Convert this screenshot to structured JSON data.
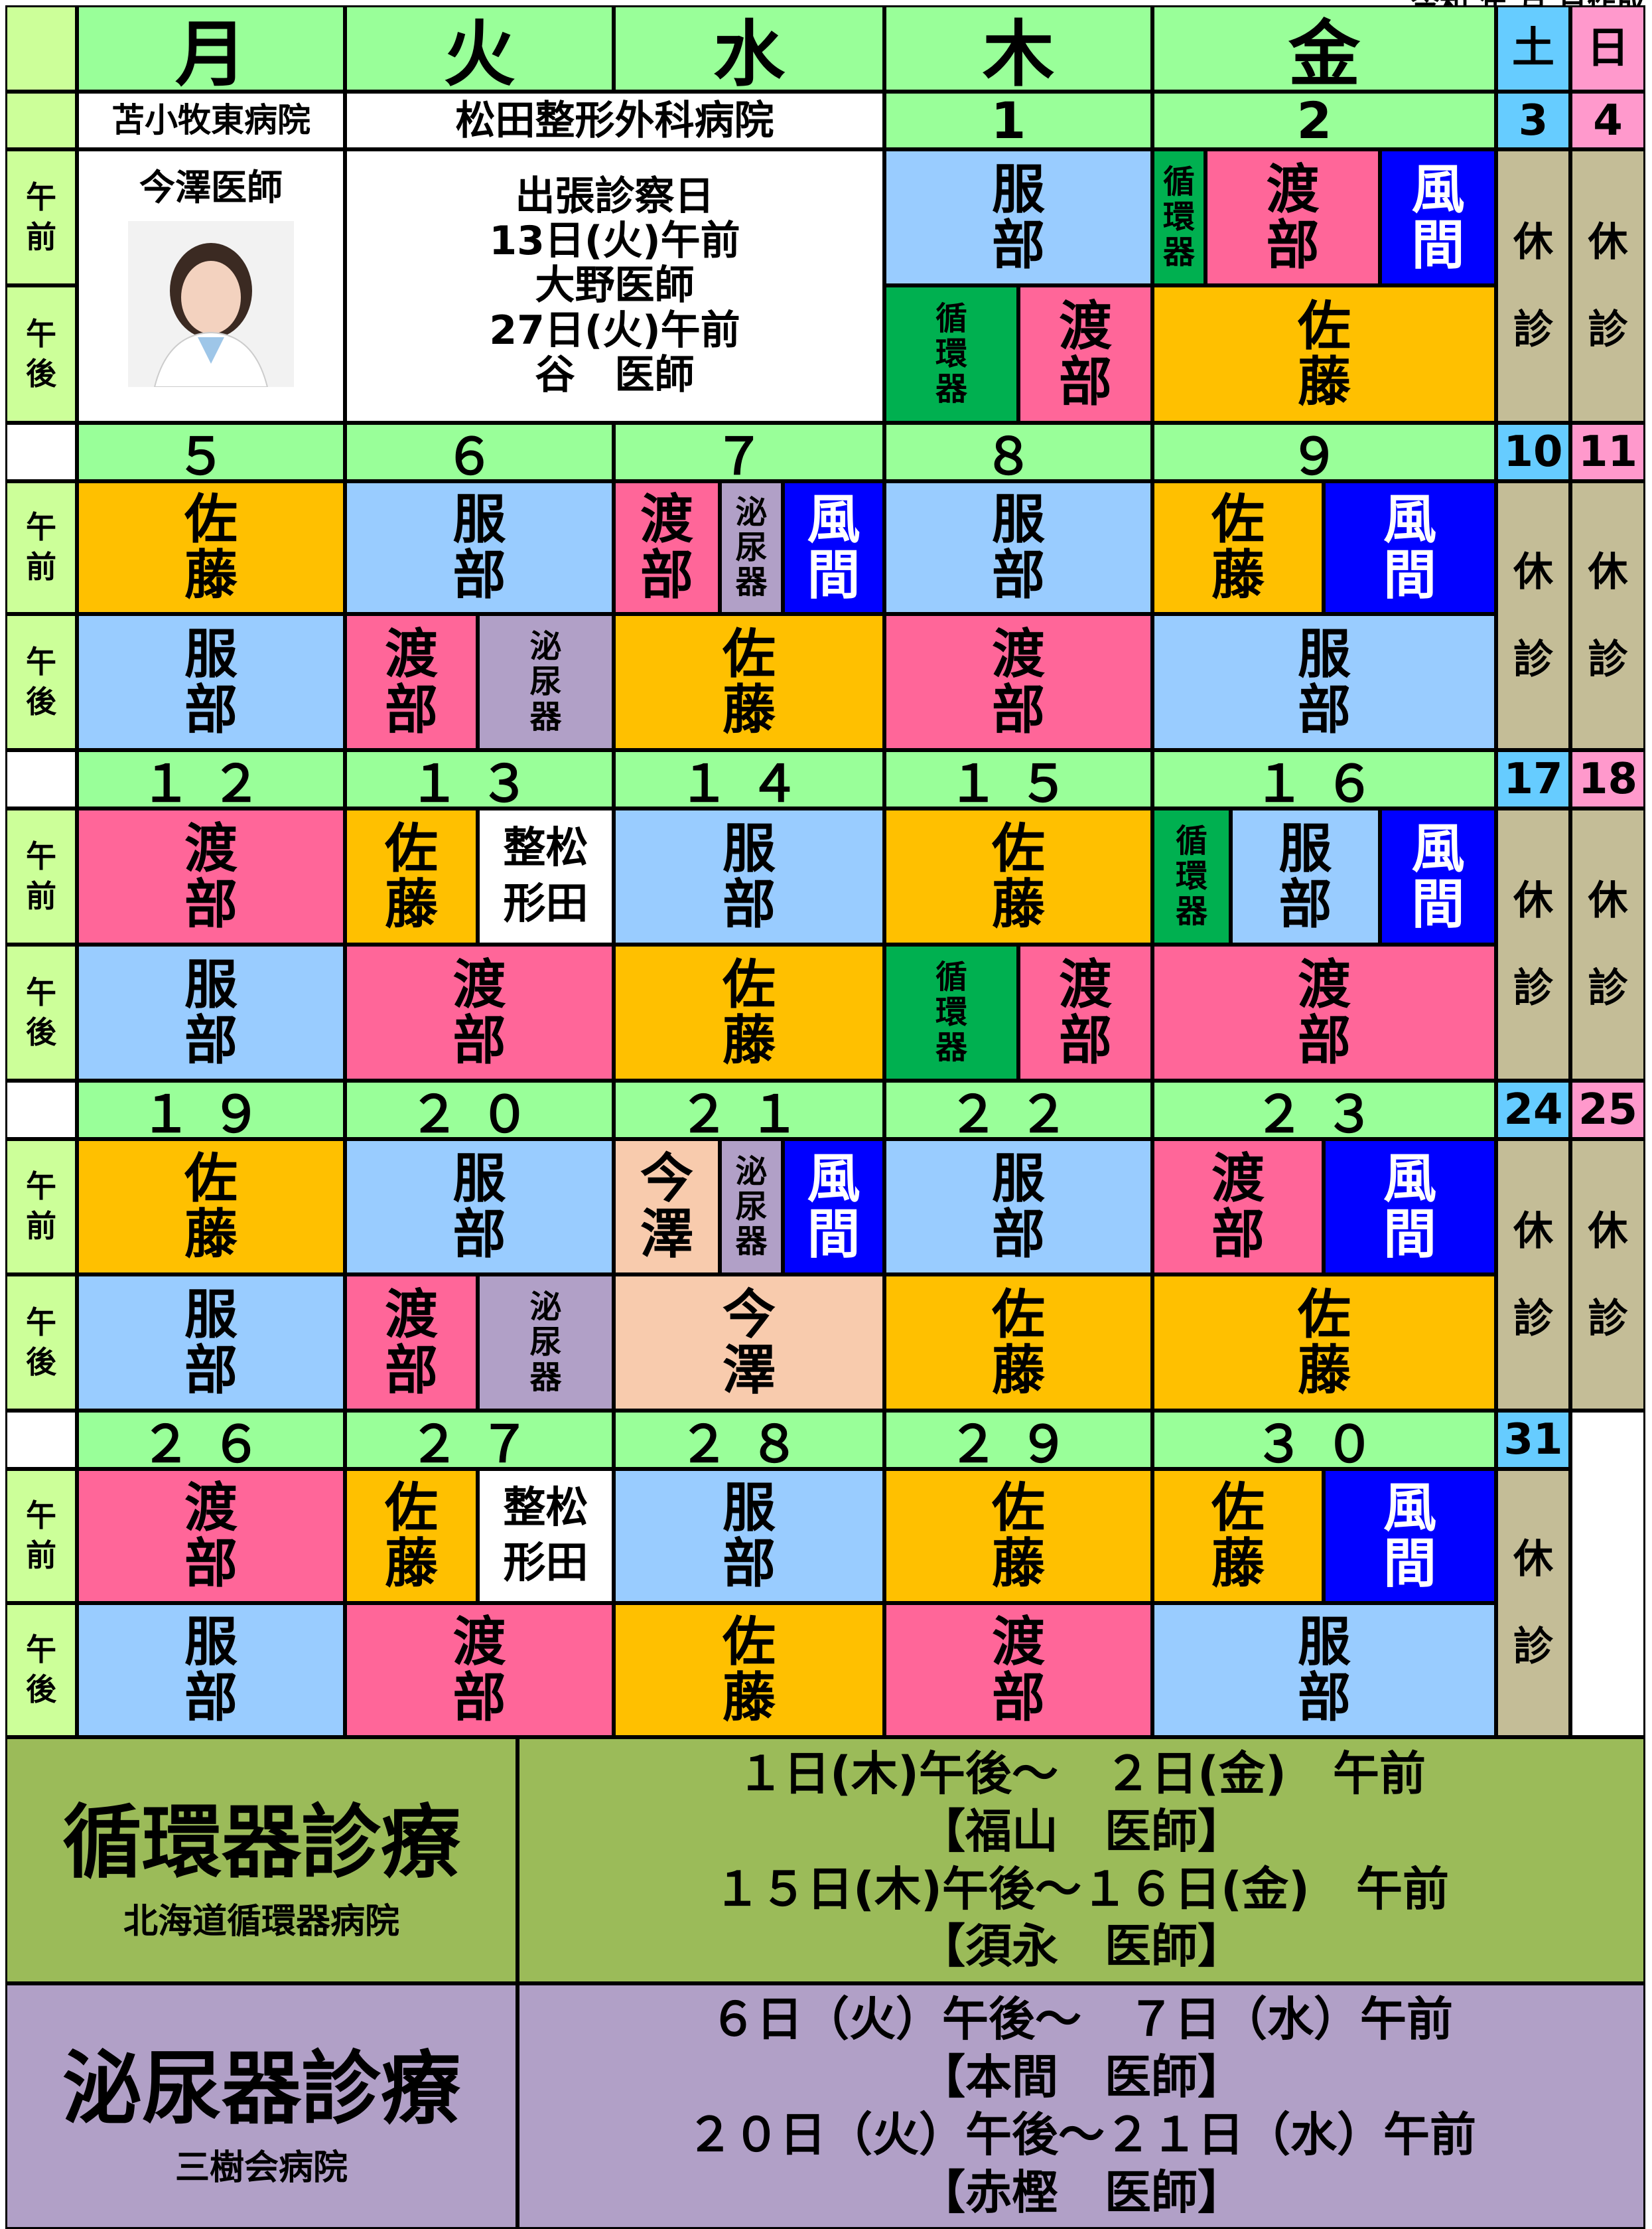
{
  "colors": {
    "header_green": "#99ff99",
    "sato": "#ffc000",
    "hattori": "#99ccff",
    "watabe": "#ff6699",
    "kazama": "#0000ff",
    "junkanki": "#00b050",
    "hinyoki": "#b1a0c7",
    "imazawa": "#f8cbad",
    "kyushin": "#c4bd97",
    "sat_blue": "#66ccff",
    "sun_pink": "#ff99cc",
    "white": "#ffffff",
    "note_junkanki_bg": "#9bbb59",
    "note_hinyoki_bg": "#b1a0c7"
  },
  "top_note": "令和 年 月 日作成",
  "weekday_headers": [
    "月",
    "火",
    "水",
    "木",
    "金",
    "土",
    "日"
  ],
  "ampm": {
    "am": "午\n前",
    "pm": "午\n後"
  },
  "week0": {
    "mon_hospital": "苫小牧東病院",
    "tue_hospital": "松田整形外科病院",
    "mon_doctor": "今澤医師",
    "tue_detail": "出張診察日\n13日(火)午前\n大野医師\n27日(火)午前\n谷　医師"
  },
  "closed": "休\n診",
  "photo_alt": "doctor-photo",
  "notes": {
    "junkanki": {
      "title": "循環器診療",
      "subtitle": "北海道循環器病院",
      "lines": [
        "１日(木)午後～　２日(金)　午前",
        "【福山　医師】",
        "１５日(木)午後～１６日(金)　午前",
        "【須永　医師】"
      ]
    },
    "hinyoki": {
      "title": "泌尿器診療",
      "subtitle": "三樹会病院",
      "lines": [
        "６日（火）午後～　７日（水）午前",
        "【本間　医師】",
        "２０日（火）午後～２１日（水）午前",
        "【赤樫　医師】"
      ]
    }
  },
  "cells": [
    {
      "id": "w0-thu-num",
      "text": "1",
      "type": "num"
    },
    {
      "id": "w0-fri-num",
      "text": "2",
      "type": "num"
    },
    {
      "id": "w0-sat-num",
      "text": "3",
      "type": "num"
    },
    {
      "id": "w0-sun-num",
      "text": "4",
      "type": "num"
    },
    {
      "id": "w0-thu-am",
      "text": "服\n部",
      "type": "v1",
      "color": "hattori"
    },
    {
      "id": "w0-fri-am-a",
      "text": "循\n環\n器",
      "type": "v2",
      "color": "junkanki"
    },
    {
      "id": "w0-fri-am-b",
      "text": "渡\n部",
      "type": "v1",
      "color": "watabe"
    },
    {
      "id": "w0-fri-am-c",
      "text": "風\n間",
      "type": "v1",
      "color": "kazama"
    },
    {
      "id": "w0-thu-pm-a",
      "text": "循\n環\n器",
      "type": "v2",
      "color": "junkanki"
    },
    {
      "id": "w0-thu-pm-b",
      "text": "渡\n部",
      "type": "v1",
      "color": "watabe"
    },
    {
      "id": "w0-fri-pm",
      "text": "佐\n藤",
      "type": "v1",
      "color": "sato"
    },
    {
      "id": "w1-mon-num",
      "text": "５",
      "type": "num"
    },
    {
      "id": "w1-tue-num",
      "text": "６",
      "type": "num"
    },
    {
      "id": "w1-wed-num",
      "text": "７",
      "type": "num"
    },
    {
      "id": "w1-thu-num",
      "text": "８",
      "type": "num"
    },
    {
      "id": "w1-fri-num",
      "text": "９",
      "type": "num"
    },
    {
      "id": "w1-sat-num",
      "text": "10",
      "type": "num"
    },
    {
      "id": "w1-sun-num",
      "text": "11",
      "type": "num"
    },
    {
      "id": "w1-mon-am",
      "text": "佐\n藤",
      "type": "v1",
      "color": "sato"
    },
    {
      "id": "w1-tue-am",
      "text": "服\n部",
      "type": "v1",
      "color": "hattori"
    },
    {
      "id": "w1-wed-am-a",
      "text": "渡\n部",
      "type": "v1",
      "color": "watabe"
    },
    {
      "id": "w1-wed-am-b",
      "text": "泌\n尿\n器",
      "type": "v2",
      "color": "hinyoki"
    },
    {
      "id": "w1-wed-am-c",
      "text": "風\n間",
      "type": "v1",
      "color": "kazama"
    },
    {
      "id": "w1-thu-am",
      "text": "服\n部",
      "type": "v1",
      "color": "hattori"
    },
    {
      "id": "w1-fri-am-a",
      "text": "佐\n藤",
      "type": "v1",
      "color": "sato"
    },
    {
      "id": "w1-fri-am-b",
      "text": "風\n間",
      "type": "v1",
      "color": "kazama"
    },
    {
      "id": "w1-mon-pm",
      "text": "服\n部",
      "type": "v1",
      "color": "hattori"
    },
    {
      "id": "w1-tue-pm-a",
      "text": "渡\n部",
      "type": "v1",
      "color": "watabe"
    },
    {
      "id": "w1-tue-pm-b",
      "text": "泌\n尿\n器",
      "type": "v2",
      "color": "hinyoki"
    },
    {
      "id": "w1-wed-pm",
      "text": "佐\n藤",
      "type": "v1",
      "color": "sato"
    },
    {
      "id": "w1-thu-pm",
      "text": "渡\n部",
      "type": "v1",
      "color": "watabe"
    },
    {
      "id": "w1-fri-pm",
      "text": "服\n部",
      "type": "v1",
      "color": "hattori"
    },
    {
      "id": "w2-mon-num",
      "text": "１２",
      "type": "num"
    },
    {
      "id": "w2-tue-num",
      "text": "１３",
      "type": "num"
    },
    {
      "id": "w2-wed-num",
      "text": "１４",
      "type": "num"
    },
    {
      "id": "w2-thu-num",
      "text": "１５",
      "type": "num"
    },
    {
      "id": "w2-fri-num",
      "text": "１６",
      "type": "num"
    },
    {
      "id": "w2-sat-num",
      "text": "17",
      "type": "num"
    },
    {
      "id": "w2-sun-num",
      "text": "18",
      "type": "num"
    },
    {
      "id": "w2-mon-am",
      "text": "渡\n部",
      "type": "v1",
      "color": "watabe"
    },
    {
      "id": "w2-tue-am-a",
      "text": "佐\n藤",
      "type": "v1",
      "color": "sato"
    },
    {
      "id": "w2-tue-am-b",
      "text": "整松\n形田",
      "type": "v1s",
      "color": "white"
    },
    {
      "id": "w2-wed-am",
      "text": "服\n部",
      "type": "v1",
      "color": "hattori"
    },
    {
      "id": "w2-thu-am",
      "text": "佐\n藤",
      "type": "v1",
      "color": "sato"
    },
    {
      "id": "w2-fri-am-a",
      "text": "循\n環\n器",
      "type": "v2",
      "color": "junkanki"
    },
    {
      "id": "w2-fri-am-b",
      "text": "服\n部",
      "type": "v1",
      "color": "hattori"
    },
    {
      "id": "w2-fri-am-c",
      "text": "風\n間",
      "type": "v1",
      "color": "kazama"
    },
    {
      "id": "w2-mon-pm",
      "text": "服\n部",
      "type": "v1",
      "color": "hattori"
    },
    {
      "id": "w2-tue-pm",
      "text": "渡\n部",
      "type": "v1",
      "color": "watabe"
    },
    {
      "id": "w2-wed-pm",
      "text": "佐\n藤",
      "type": "v1",
      "color": "sato"
    },
    {
      "id": "w2-thu-pm-a",
      "text": "循\n環\n器",
      "type": "v2",
      "color": "junkanki"
    },
    {
      "id": "w2-thu-pm-b",
      "text": "渡\n部",
      "type": "v1",
      "color": "watabe"
    },
    {
      "id": "w2-fri-pm",
      "text": "渡\n部",
      "type": "v1",
      "color": "watabe"
    },
    {
      "id": "w3-mon-num",
      "text": "１９",
      "type": "num"
    },
    {
      "id": "w3-tue-num",
      "text": "２０",
      "type": "num"
    },
    {
      "id": "w3-wed-num",
      "text": "２１",
      "type": "num"
    },
    {
      "id": "w3-thu-num",
      "text": "２２",
      "type": "num"
    },
    {
      "id": "w3-fri-num",
      "text": "２３",
      "type": "num"
    },
    {
      "id": "w3-sat-num",
      "text": "24",
      "type": "num"
    },
    {
      "id": "w3-sun-num",
      "text": "25",
      "type": "num"
    },
    {
      "id": "w3-mon-am",
      "text": "佐\n藤",
      "type": "v1",
      "color": "sato"
    },
    {
      "id": "w3-tue-am",
      "text": "服\n部",
      "type": "v1",
      "color": "hattori"
    },
    {
      "id": "w3-wed-am-a",
      "text": "今\n澤",
      "type": "v1",
      "color": "imazawa"
    },
    {
      "id": "w3-wed-am-b",
      "text": "泌\n尿\n器",
      "type": "v2",
      "color": "hinyoki"
    },
    {
      "id": "w3-wed-am-c",
      "text": "風\n間",
      "type": "v1",
      "color": "kazama"
    },
    {
      "id": "w3-thu-am",
      "text": "服\n部",
      "type": "v1",
      "color": "hattori"
    },
    {
      "id": "w3-fri-am-a",
      "text": "渡\n部",
      "type": "v1",
      "color": "watabe"
    },
    {
      "id": "w3-fri-am-b",
      "text": "風\n間",
      "type": "v1",
      "color": "kazama"
    },
    {
      "id": "w3-mon-pm",
      "text": "服\n部",
      "type": "v1",
      "color": "hattori"
    },
    {
      "id": "w3-tue-pm-a",
      "text": "渡\n部",
      "type": "v1",
      "color": "watabe"
    },
    {
      "id": "w3-tue-pm-b",
      "text": "泌\n尿\n器",
      "type": "v2",
      "color": "hinyoki"
    },
    {
      "id": "w3-wed-pm",
      "text": "今\n澤",
      "type": "v1",
      "color": "imazawa"
    },
    {
      "id": "w3-thu-pm",
      "text": "佐\n藤",
      "type": "v1",
      "color": "sato"
    },
    {
      "id": "w3-fri-pm",
      "text": "佐\n藤",
      "type": "v1",
      "color": "sato"
    },
    {
      "id": "w4-mon-num",
      "text": "２６",
      "type": "num"
    },
    {
      "id": "w4-tue-num",
      "text": "２７",
      "type": "num"
    },
    {
      "id": "w4-wed-num",
      "text": "２８",
      "type": "num"
    },
    {
      "id": "w4-thu-num",
      "text": "２９",
      "type": "num"
    },
    {
      "id": "w4-fri-num",
      "text": "３０",
      "type": "num"
    },
    {
      "id": "w4-sat-num",
      "text": "31",
      "type": "num"
    },
    {
      "id": "w4-mon-am",
      "text": "渡\n部",
      "type": "v1",
      "color": "watabe"
    },
    {
      "id": "w4-tue-am-a",
      "text": "佐\n藤",
      "type": "v1",
      "color": "sato"
    },
    {
      "id": "w4-tue-am-b",
      "text": "整松\n形田",
      "type": "v1s",
      "color": "white"
    },
    {
      "id": "w4-wed-am",
      "text": "服\n部",
      "type": "v1",
      "color": "hattori"
    },
    {
      "id": "w4-thu-am",
      "text": "佐\n藤",
      "type": "v1",
      "color": "sato"
    },
    {
      "id": "w4-fri-am-a",
      "text": "佐\n藤",
      "type": "v1",
      "color": "sato"
    },
    {
      "id": "w4-fri-am-b",
      "text": "風\n間",
      "type": "v1",
      "color": "kazama"
    },
    {
      "id": "w4-mon-pm",
      "text": "服\n部",
      "type": "v1",
      "color": "hattori"
    },
    {
      "id": "w4-tue-pm",
      "text": "渡\n部",
      "type": "v1",
      "color": "watabe"
    },
    {
      "id": "w4-wed-pm",
      "text": "佐\n藤",
      "type": "v1",
      "color": "sato"
    },
    {
      "id": "w4-thu-pm",
      "text": "渡\n部",
      "type": "v1",
      "color": "watabe"
    },
    {
      "id": "w4-fri-pm",
      "text": "服\n部",
      "type": "v1",
      "color": "hattori"
    }
  ]
}
